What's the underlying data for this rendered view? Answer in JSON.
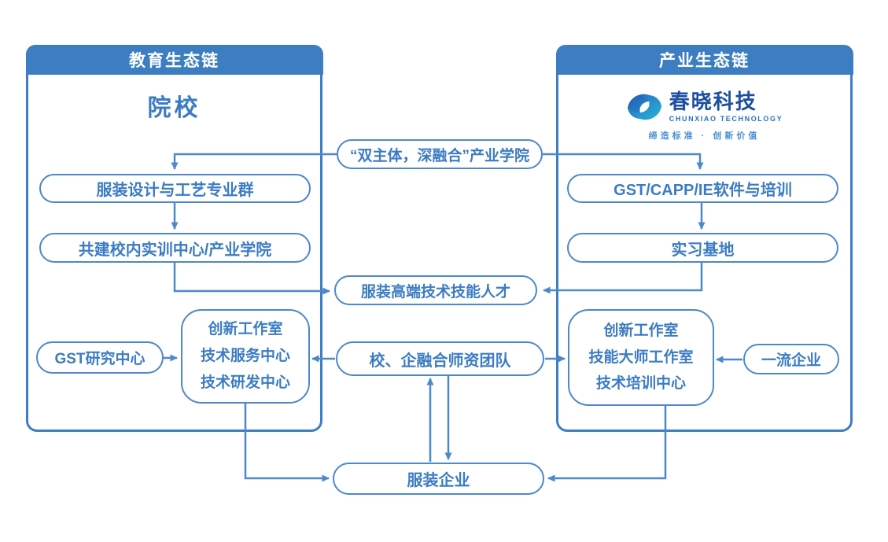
{
  "diagram": {
    "colors": {
      "panel_blue": "#3d7ec3",
      "line_blue": "#4c88cb",
      "text_blue": "#3c7cc3",
      "logo_dark_blue": "#1d4f9e",
      "logo_teal": "#2bb3d9",
      "background": "#ffffff"
    },
    "education_panel": {
      "header": "教育生态链",
      "title": "院校",
      "major_group": "服装设计与工艺专业群",
      "training_center": "共建校内实训中心/产业学院",
      "gst_research": "GST研究中心",
      "centers": [
        "创新工作室",
        "技术服务中心",
        "技术研发中心"
      ]
    },
    "industry_panel": {
      "header": "产业生态链",
      "logo": {
        "icon": "chunxiao-logo-icon",
        "name": "春晓科技",
        "name_en": "CHUNXIAO TECHNOLOGY",
        "tagline": "缔造标准 · 创新价值"
      },
      "software_training": "GST/CAPP/IE软件与培训",
      "internship_base": "实习基地",
      "centers": [
        "创新工作室",
        "技能大师工作室",
        "技术培训中心"
      ],
      "top_enterprise": "一流企业"
    },
    "bridge": {
      "industry_college": "“双主体，深融合”产业学院",
      "talent": "服装高端技术技能人才",
      "faculty_team": "校、企融合师资团队",
      "garment_enterprise": "服装企业"
    }
  }
}
